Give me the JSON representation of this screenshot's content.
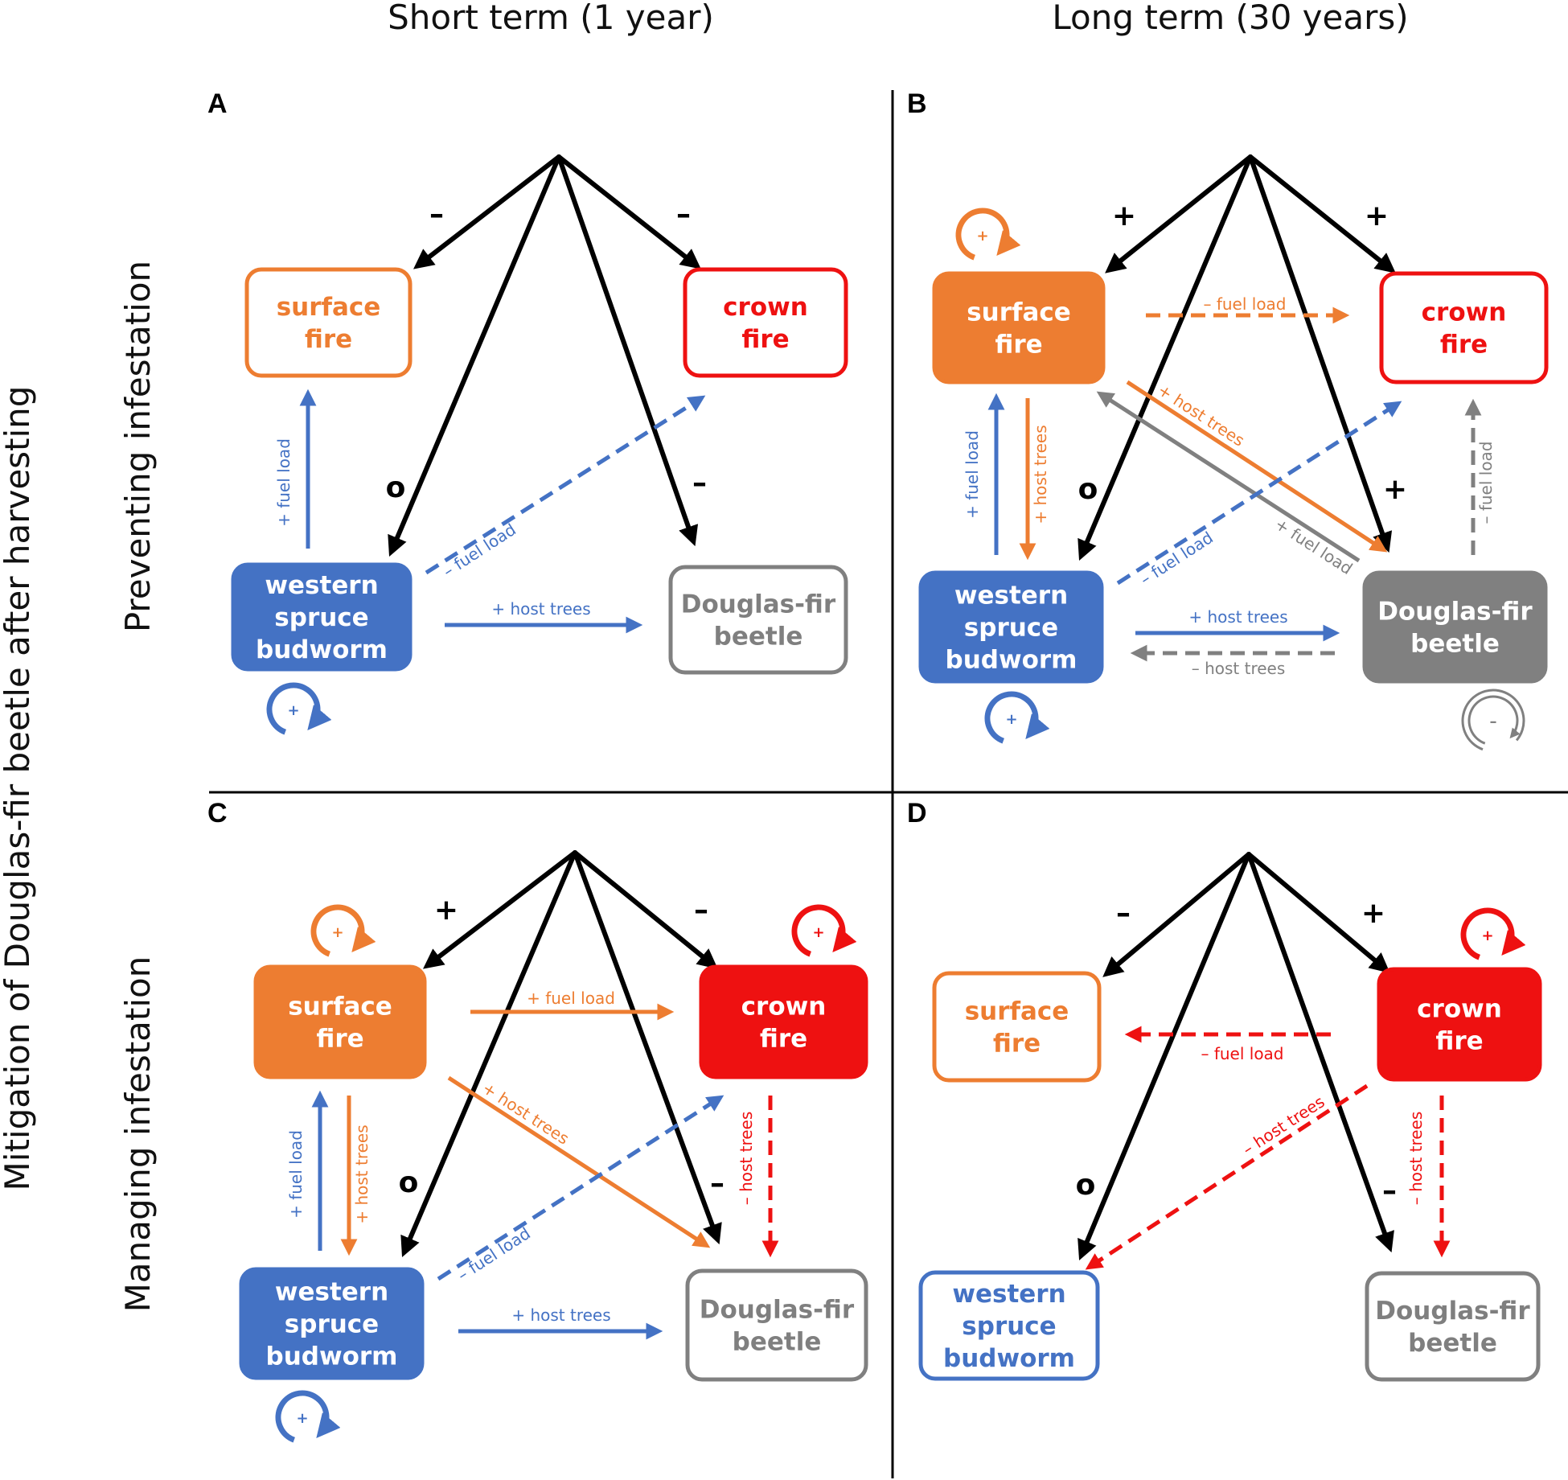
{
  "headers": {
    "col_short": "Short term (1 year)",
    "col_long": "Long term (30 years)",
    "row_preventing": "Preventing infestation",
    "row_managing": "Managing infestation",
    "axis_title": "Mitigation of Douglas-fir beetle after harvesting"
  },
  "node_labels": {
    "surface": [
      "surface",
      "fire"
    ],
    "crown": [
      "crown",
      "fire"
    ],
    "budworm": [
      "western",
      "spruce",
      "budworm"
    ],
    "beetle": [
      "Douglas-fir",
      "beetle"
    ]
  },
  "colors": {
    "surface": "#ed7d31",
    "crown": "#ee1111",
    "budworm": "#4472c4",
    "beetle": "#808080",
    "beetle_text": "#7f7f7f",
    "intervention": "#000000"
  },
  "panels": [
    {
      "id": "A",
      "label": "A",
      "filled": {
        "surface": false,
        "crown": false,
        "budworm": true,
        "beetle": false
      },
      "intervention_signs": {
        "surface": "–",
        "crown": "–",
        "budworm": "o",
        "beetle": "–"
      },
      "self_loops": [
        {
          "node": "budworm",
          "sign": "+"
        }
      ],
      "edges": [
        {
          "from": "budworm",
          "to": "surface",
          "label": "+ fuel load",
          "style": "solid",
          "color": "budworm"
        },
        {
          "from": "budworm",
          "to": "crown",
          "label": "– fuel load",
          "style": "dashed",
          "color": "budworm"
        },
        {
          "from": "budworm",
          "to": "beetle",
          "label": "+ host trees",
          "style": "solid",
          "color": "budworm"
        }
      ]
    },
    {
      "id": "B",
      "label": "B",
      "filled": {
        "surface": true,
        "crown": false,
        "budworm": true,
        "beetle": true
      },
      "intervention_signs": {
        "surface": "+",
        "crown": "+",
        "budworm": "o",
        "beetle": "+"
      },
      "self_loops": [
        {
          "node": "surface",
          "sign": "+"
        },
        {
          "node": "budworm",
          "sign": "+"
        },
        {
          "node": "beetle",
          "sign": "–"
        }
      ],
      "edges": [
        {
          "from": "surface",
          "to": "crown",
          "label": "– fuel load",
          "style": "dashed",
          "color": "surface"
        },
        {
          "from": "budworm",
          "to": "surface",
          "label": "+ fuel load",
          "style": "solid",
          "color": "budworm"
        },
        {
          "from": "surface",
          "to": "budworm",
          "label": "+ host trees",
          "style": "solid",
          "color": "surface"
        },
        {
          "from": "surface",
          "to": "beetle",
          "label": "+ host trees",
          "style": "solid",
          "color": "surface"
        },
        {
          "from": "beetle",
          "to": "surface",
          "label": "+ fuel load",
          "style": "solid",
          "color": "beetle"
        },
        {
          "from": "budworm",
          "to": "crown",
          "label": "– fuel load",
          "style": "dashed",
          "color": "budworm"
        },
        {
          "from": "beetle",
          "to": "crown",
          "label": "– fuel load",
          "style": "dashed",
          "color": "beetle"
        },
        {
          "from": "budworm",
          "to": "beetle",
          "label": "+ host trees",
          "style": "solid",
          "color": "budworm"
        },
        {
          "from": "beetle",
          "to": "budworm",
          "label": "– host trees",
          "style": "dashed",
          "color": "beetle"
        }
      ]
    },
    {
      "id": "C",
      "label": "C",
      "filled": {
        "surface": true,
        "crown": true,
        "budworm": true,
        "beetle": false
      },
      "intervention_signs": {
        "surface": "+",
        "crown": "–",
        "budworm": "o",
        "beetle": "–"
      },
      "self_loops": [
        {
          "node": "surface",
          "sign": "+"
        },
        {
          "node": "crown",
          "sign": "+"
        },
        {
          "node": "budworm",
          "sign": "+"
        }
      ],
      "edges": [
        {
          "from": "surface",
          "to": "crown",
          "label": "+ fuel load",
          "style": "solid",
          "color": "surface"
        },
        {
          "from": "budworm",
          "to": "surface",
          "label": "+ fuel load",
          "style": "solid",
          "color": "budworm"
        },
        {
          "from": "surface",
          "to": "budworm",
          "label": "+ host trees",
          "style": "solid",
          "color": "surface"
        },
        {
          "from": "surface",
          "to": "beetle",
          "label": "+ host trees",
          "style": "solid",
          "color": "surface"
        },
        {
          "from": "budworm",
          "to": "crown",
          "label": "– fuel load",
          "style": "dashed",
          "color": "budworm"
        },
        {
          "from": "crown",
          "to": "beetle",
          "label": "– host trees",
          "style": "dashed",
          "color": "crown"
        },
        {
          "from": "budworm",
          "to": "beetle",
          "label": "+ host trees",
          "style": "solid",
          "color": "budworm"
        }
      ]
    },
    {
      "id": "D",
      "label": "D",
      "filled": {
        "surface": false,
        "crown": true,
        "budworm": false,
        "beetle": false
      },
      "intervention_signs": {
        "surface": "–",
        "crown": "+",
        "budworm": "o",
        "beetle": "–"
      },
      "self_loops": [
        {
          "node": "crown",
          "sign": "+"
        }
      ],
      "edges": [
        {
          "from": "crown",
          "to": "surface",
          "label": "– fuel load",
          "style": "dashed",
          "color": "crown"
        },
        {
          "from": "crown",
          "to": "budworm",
          "label": "– host trees",
          "style": "dashed",
          "color": "crown"
        },
        {
          "from": "crown",
          "to": "beetle",
          "label": "– host trees",
          "style": "dashed",
          "color": "crown"
        }
      ]
    }
  ]
}
